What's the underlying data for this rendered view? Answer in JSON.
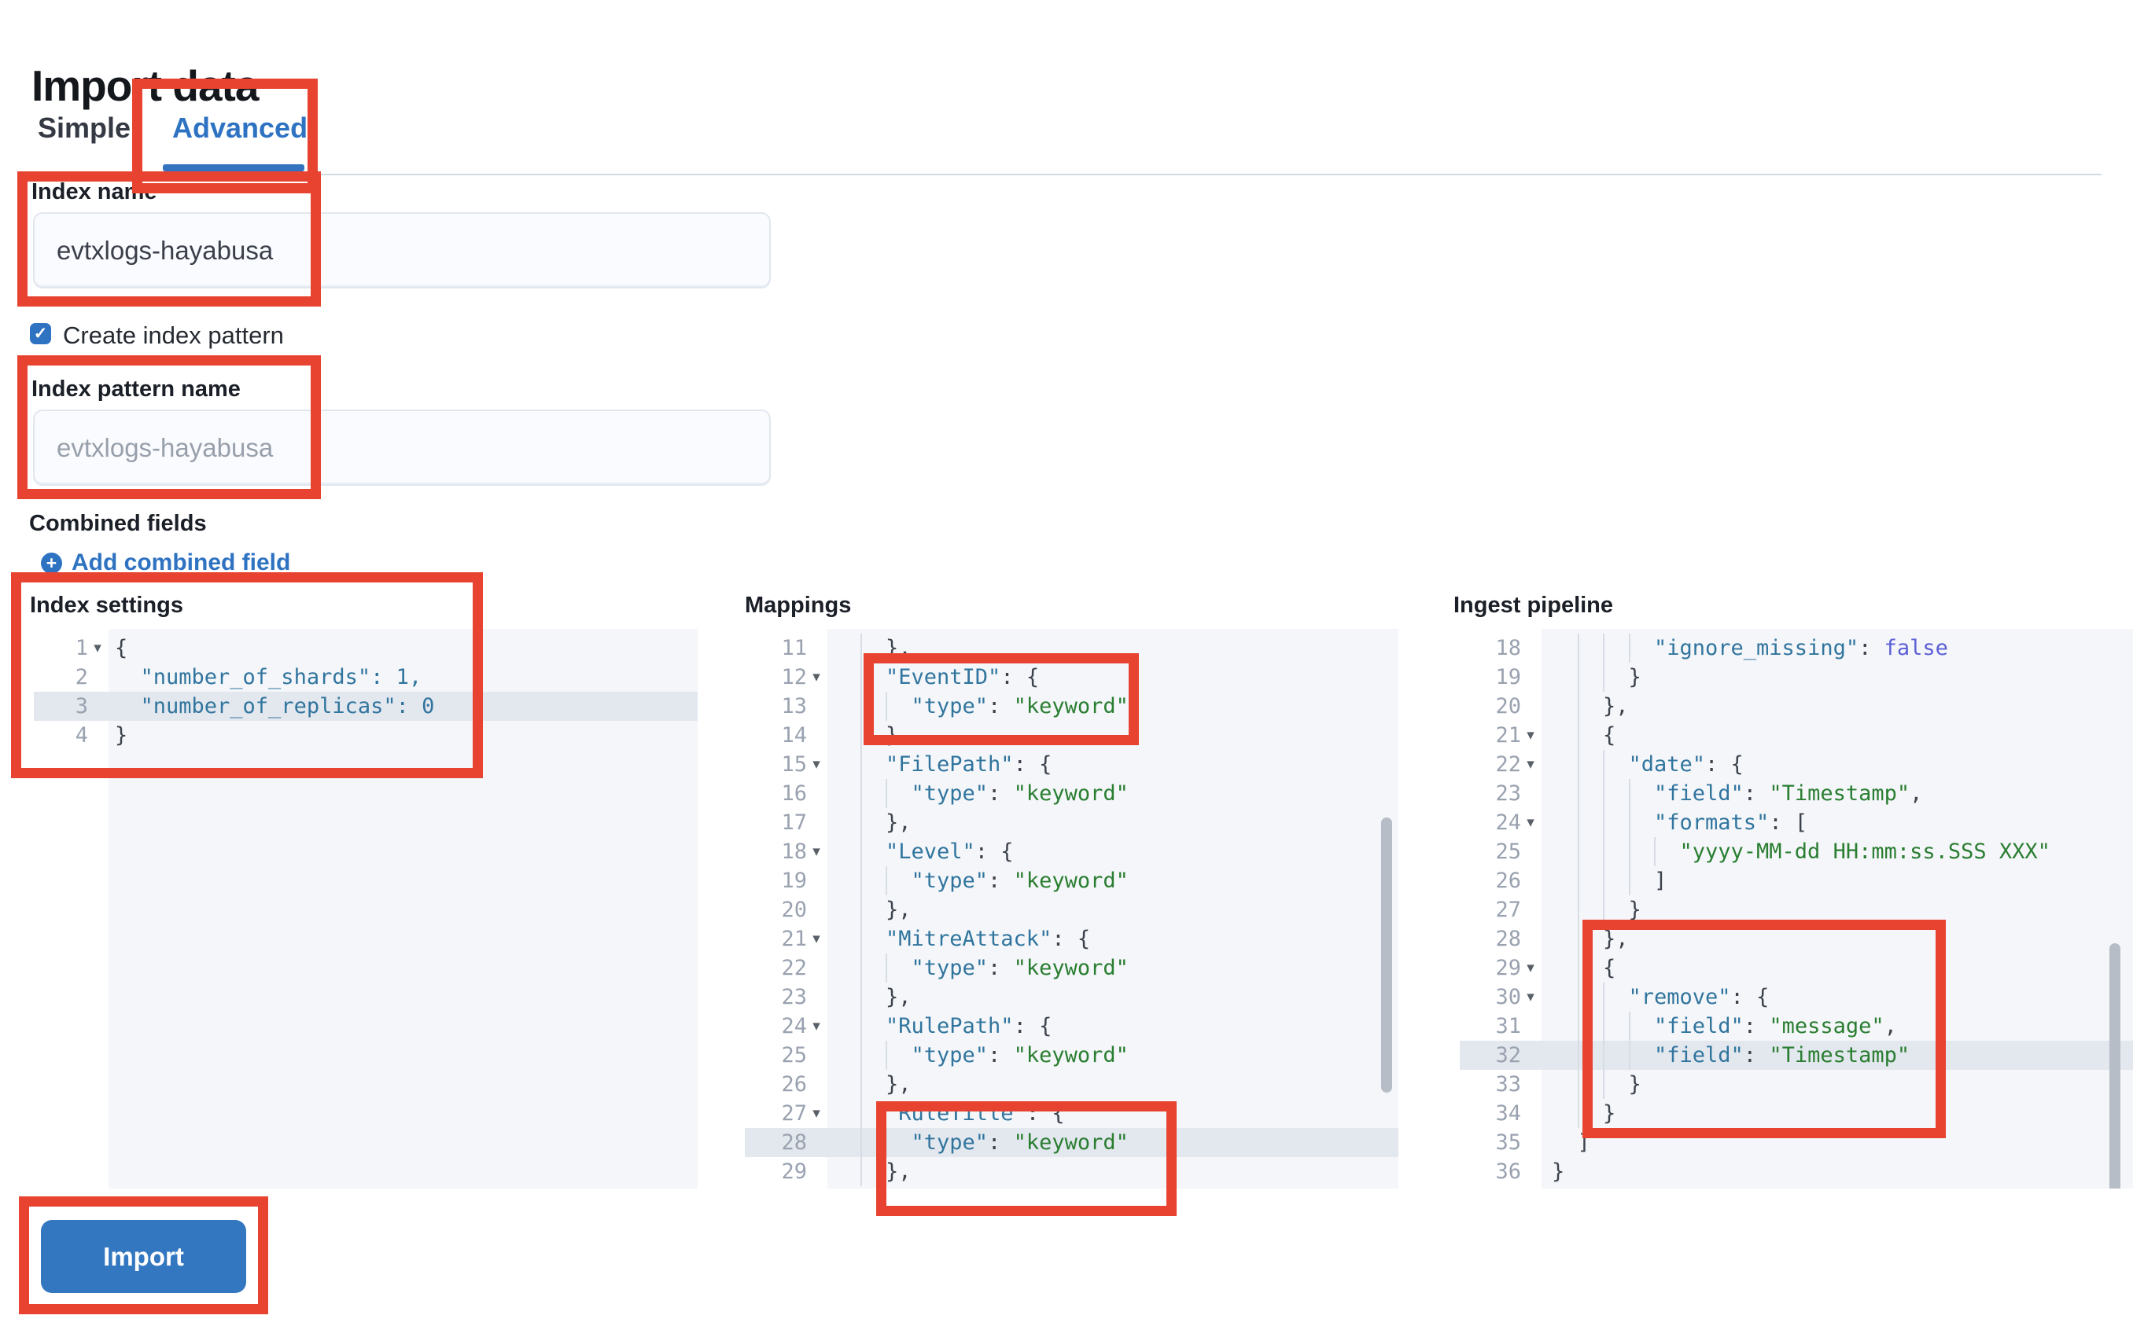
{
  "page": {
    "title": "Import data"
  },
  "tabs": {
    "simple": "Simple",
    "advanced": "Advanced",
    "selected": "Advanced"
  },
  "form": {
    "index_name": {
      "label": "Index name",
      "value": "evtxlogs-hayabusa"
    },
    "create_index_pattern": {
      "label": "Create index pattern",
      "checked": true,
      "checkmark": "✓"
    },
    "index_pattern_name": {
      "label": "Index pattern name",
      "placeholder": "evtxlogs-hayabusa"
    },
    "combined_fields": {
      "label": "Combined fields",
      "add_link": "Add combined field",
      "plus_icon": "+"
    }
  },
  "import_button": {
    "label": "Import"
  },
  "colors": {
    "accent_blue": "#2e72c2",
    "button_blue": "#3377c0",
    "annotation_red": "#e84330",
    "editor_content_bg": "#f4f6f9",
    "active_line_bg": "#e3e7ee",
    "token_key": "#31759e",
    "token_string": "#2a7e31",
    "token_boolean": "#5b5fd6",
    "token_punctuation": "#3d434d"
  },
  "annotations": {
    "color": "#e84330",
    "boxes": [
      "advanced-tab",
      "index-name",
      "index-pattern-name",
      "index-settings",
      "eventid-mapping",
      "ruletitle-mapping",
      "remove-processor",
      "import-button"
    ]
  },
  "editors": [
    {
      "id": "settings",
      "label": "Index settings",
      "scrollbar": false,
      "lines": [
        {
          "n": "1",
          "fold": true,
          "ind": 0,
          "hl": false,
          "tok": [
            [
              "punct",
              "{"
            ]
          ]
        },
        {
          "n": "2",
          "fold": false,
          "ind": 2,
          "hl": false,
          "tok": [
            [
              "key",
              "\"number_of_shards\": 1,"
            ]
          ]
        },
        {
          "n": "3",
          "fold": false,
          "ind": 2,
          "hl": true,
          "tok": [
            [
              "key",
              "\"number_of_replicas\": 0"
            ]
          ]
        },
        {
          "n": "4",
          "fold": false,
          "ind": 0,
          "hl": false,
          "tok": [
            [
              "punct",
              "}"
            ]
          ]
        }
      ]
    },
    {
      "id": "mappings",
      "label": "Mappings",
      "scrollbar": true,
      "lines": [
        {
          "n": "11",
          "fold": false,
          "ind": 4,
          "hl": false,
          "tok": [
            [
              "punct",
              "},"
            ]
          ]
        },
        {
          "n": "12",
          "fold": true,
          "ind": 4,
          "hl": false,
          "tok": [
            [
              "key",
              "\"EventID\""
            ],
            [
              "punct",
              ": {"
            ]
          ]
        },
        {
          "n": "13",
          "fold": false,
          "ind": 6,
          "hl": false,
          "tok": [
            [
              "key",
              "\"type\""
            ],
            [
              "punct",
              ": "
            ],
            [
              "str",
              "\"keyword\""
            ]
          ]
        },
        {
          "n": "14",
          "fold": false,
          "ind": 4,
          "hl": false,
          "tok": [
            [
              "punct",
              "},"
            ]
          ]
        },
        {
          "n": "15",
          "fold": true,
          "ind": 4,
          "hl": false,
          "tok": [
            [
              "key",
              "\"FilePath\""
            ],
            [
              "punct",
              ": {"
            ]
          ]
        },
        {
          "n": "16",
          "fold": false,
          "ind": 6,
          "hl": false,
          "tok": [
            [
              "key",
              "\"type\""
            ],
            [
              "punct",
              ": "
            ],
            [
              "str",
              "\"keyword\""
            ]
          ]
        },
        {
          "n": "17",
          "fold": false,
          "ind": 4,
          "hl": false,
          "tok": [
            [
              "punct",
              "},"
            ]
          ]
        },
        {
          "n": "18",
          "fold": true,
          "ind": 4,
          "hl": false,
          "tok": [
            [
              "key",
              "\"Level\""
            ],
            [
              "punct",
              ": {"
            ]
          ]
        },
        {
          "n": "19",
          "fold": false,
          "ind": 6,
          "hl": false,
          "tok": [
            [
              "key",
              "\"type\""
            ],
            [
              "punct",
              ": "
            ],
            [
              "str",
              "\"keyword\""
            ]
          ]
        },
        {
          "n": "20",
          "fold": false,
          "ind": 4,
          "hl": false,
          "tok": [
            [
              "punct",
              "},"
            ]
          ]
        },
        {
          "n": "21",
          "fold": true,
          "ind": 4,
          "hl": false,
          "tok": [
            [
              "key",
              "\"MitreAttack\""
            ],
            [
              "punct",
              ": {"
            ]
          ]
        },
        {
          "n": "22",
          "fold": false,
          "ind": 6,
          "hl": false,
          "tok": [
            [
              "key",
              "\"type\""
            ],
            [
              "punct",
              ": "
            ],
            [
              "str",
              "\"keyword\""
            ]
          ]
        },
        {
          "n": "23",
          "fold": false,
          "ind": 4,
          "hl": false,
          "tok": [
            [
              "punct",
              "},"
            ]
          ]
        },
        {
          "n": "24",
          "fold": true,
          "ind": 4,
          "hl": false,
          "tok": [
            [
              "key",
              "\"RulePath\""
            ],
            [
              "punct",
              ": {"
            ]
          ]
        },
        {
          "n": "25",
          "fold": false,
          "ind": 6,
          "hl": false,
          "tok": [
            [
              "key",
              "\"type\""
            ],
            [
              "punct",
              ": "
            ],
            [
              "str",
              "\"keyword\""
            ]
          ]
        },
        {
          "n": "26",
          "fold": false,
          "ind": 4,
          "hl": false,
          "tok": [
            [
              "punct",
              "},"
            ]
          ]
        },
        {
          "n": "27",
          "fold": true,
          "ind": 4,
          "hl": false,
          "tok": [
            [
              "key",
              "\"RuleTitle\""
            ],
            [
              "punct",
              ": {"
            ]
          ]
        },
        {
          "n": "28",
          "fold": false,
          "ind": 6,
          "hl": true,
          "tok": [
            [
              "key",
              "\"type\""
            ],
            [
              "punct",
              ": "
            ],
            [
              "str",
              "\"keyword\""
            ]
          ]
        },
        {
          "n": "29",
          "fold": false,
          "ind": 4,
          "hl": false,
          "tok": [
            [
              "punct",
              "},"
            ]
          ]
        }
      ]
    },
    {
      "id": "ingest",
      "label": "Ingest pipeline",
      "scrollbar": true,
      "lines": [
        {
          "n": "18",
          "fold": false,
          "ind": 8,
          "hl": false,
          "tok": [
            [
              "key",
              "\"ignore_missing\""
            ],
            [
              "punct",
              ": "
            ],
            [
              "bool",
              "false"
            ]
          ]
        },
        {
          "n": "19",
          "fold": false,
          "ind": 6,
          "hl": false,
          "tok": [
            [
              "punct",
              "}"
            ]
          ]
        },
        {
          "n": "20",
          "fold": false,
          "ind": 4,
          "hl": false,
          "tok": [
            [
              "punct",
              "},"
            ]
          ]
        },
        {
          "n": "21",
          "fold": true,
          "ind": 4,
          "hl": false,
          "tok": [
            [
              "punct",
              "{"
            ]
          ]
        },
        {
          "n": "22",
          "fold": true,
          "ind": 6,
          "hl": false,
          "tok": [
            [
              "key",
              "\"date\""
            ],
            [
              "punct",
              ": {"
            ]
          ]
        },
        {
          "n": "23",
          "fold": false,
          "ind": 8,
          "hl": false,
          "tok": [
            [
              "key",
              "\"field\""
            ],
            [
              "punct",
              ": "
            ],
            [
              "str",
              "\"Timestamp\""
            ],
            [
              "punct",
              ","
            ]
          ]
        },
        {
          "n": "24",
          "fold": true,
          "ind": 8,
          "hl": false,
          "tok": [
            [
              "key",
              "\"formats\""
            ],
            [
              "punct",
              ": ["
            ]
          ]
        },
        {
          "n": "25",
          "fold": false,
          "ind": 10,
          "hl": false,
          "tok": [
            [
              "str",
              "\"yyyy-MM-dd HH:mm:ss.SSS XXX\""
            ]
          ]
        },
        {
          "n": "26",
          "fold": false,
          "ind": 8,
          "hl": false,
          "tok": [
            [
              "punct",
              "]"
            ]
          ]
        },
        {
          "n": "27",
          "fold": false,
          "ind": 6,
          "hl": false,
          "tok": [
            [
              "punct",
              "}"
            ]
          ]
        },
        {
          "n": "28",
          "fold": false,
          "ind": 4,
          "hl": false,
          "tok": [
            [
              "punct",
              "},"
            ]
          ]
        },
        {
          "n": "29",
          "fold": true,
          "ind": 4,
          "hl": false,
          "tok": [
            [
              "punct",
              "{"
            ]
          ]
        },
        {
          "n": "30",
          "fold": true,
          "ind": 6,
          "hl": false,
          "tok": [
            [
              "key",
              "\"remove\""
            ],
            [
              "punct",
              ": {"
            ]
          ]
        },
        {
          "n": "31",
          "fold": false,
          "ind": 8,
          "hl": false,
          "tok": [
            [
              "key",
              "\"field\""
            ],
            [
              "punct",
              ": "
            ],
            [
              "str",
              "\"message\""
            ],
            [
              "punct",
              ","
            ]
          ]
        },
        {
          "n": "32",
          "fold": false,
          "ind": 8,
          "hl": true,
          "tok": [
            [
              "key",
              "\"field\""
            ],
            [
              "punct",
              ": "
            ],
            [
              "str",
              "\"Timestamp\""
            ]
          ]
        },
        {
          "n": "33",
          "fold": false,
          "ind": 6,
          "hl": false,
          "tok": [
            [
              "punct",
              "}"
            ]
          ]
        },
        {
          "n": "34",
          "fold": false,
          "ind": 4,
          "hl": false,
          "tok": [
            [
              "punct",
              "}"
            ]
          ]
        },
        {
          "n": "35",
          "fold": false,
          "ind": 2,
          "hl": false,
          "tok": [
            [
              "punct",
              "]"
            ]
          ]
        },
        {
          "n": "36",
          "fold": false,
          "ind": 0,
          "hl": false,
          "tok": [
            [
              "punct",
              "}"
            ]
          ]
        }
      ]
    }
  ]
}
